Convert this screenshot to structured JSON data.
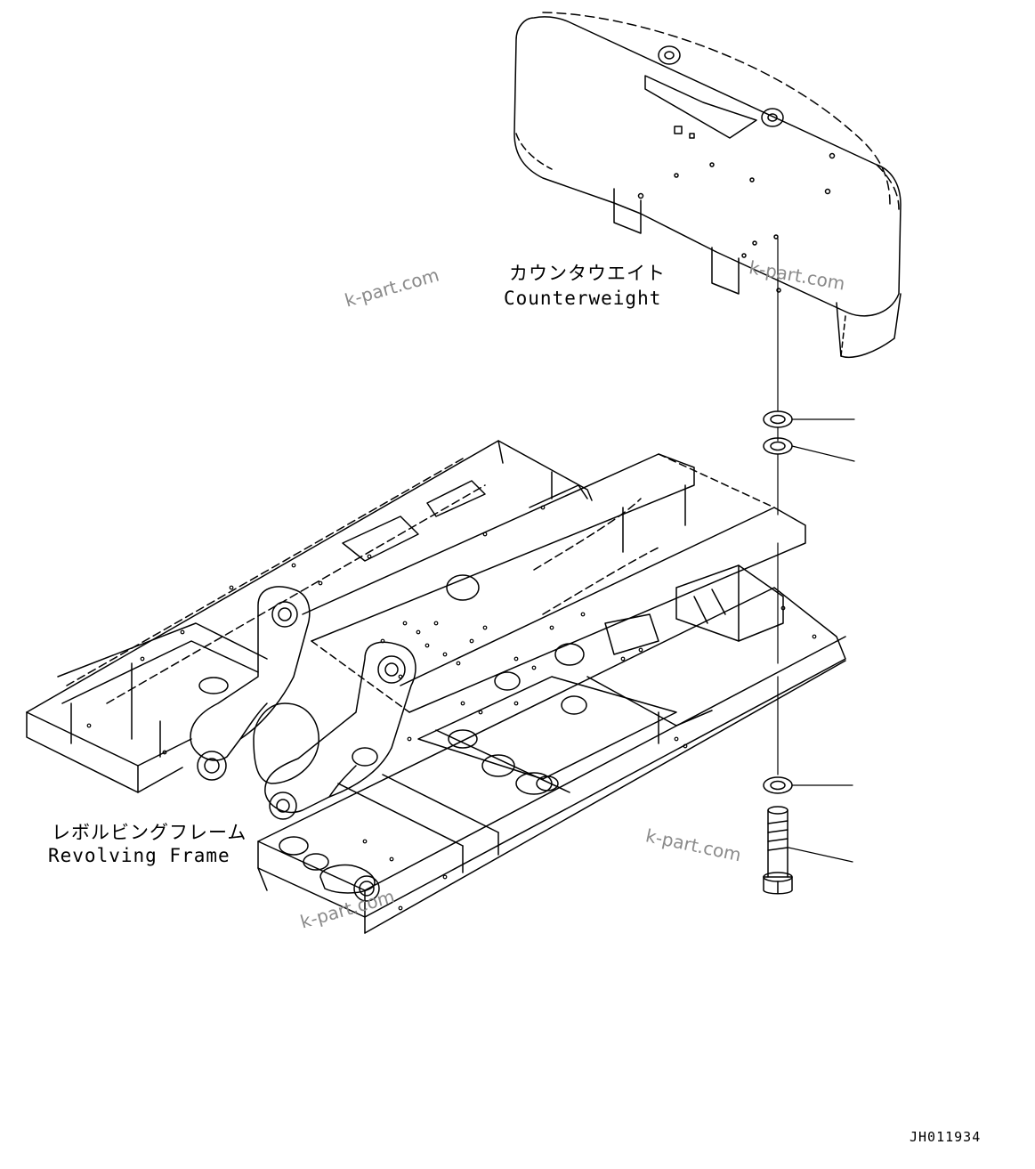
{
  "labels": {
    "counterweight_jp": "カウンタウエイト",
    "counterweight_en": "Counterweight",
    "frame_jp": "レボルビングフレーム",
    "frame_en": "Revolving Frame"
  },
  "watermark": "k-part.com",
  "drawing_code": "JH011934",
  "colors": {
    "line": "#000000",
    "watermark": "#8a8a8a"
  }
}
